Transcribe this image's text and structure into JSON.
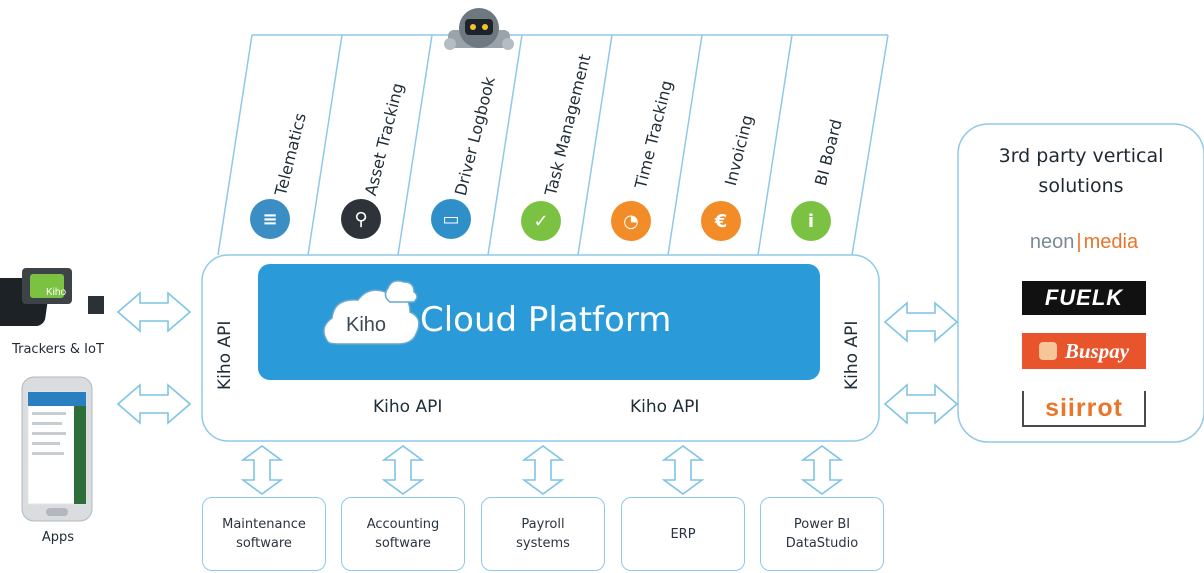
{
  "modules": [
    {
      "label": "Telematics",
      "icon": "telematics-icon",
      "color": "#3a8ec4"
    },
    {
      "label": "Asset Tracking",
      "icon": "asset-tracking-icon",
      "color": "#2d3338"
    },
    {
      "label": "Driver Logbook",
      "icon": "driver-logbook-icon",
      "color": "#2f8fc8"
    },
    {
      "label": "Task Management",
      "icon": "task-management-icon",
      "color": "#7cc242"
    },
    {
      "label": "Time Tracking",
      "icon": "time-tracking-icon",
      "color": "#f28c28"
    },
    {
      "label": "Invoicing",
      "icon": "invoicing-icon",
      "color": "#f28c28"
    },
    {
      "label": "BI Board",
      "icon": "bi-board-icon",
      "color": "#7cc242"
    }
  ],
  "platform": {
    "logo_text": "Kiho",
    "title": "Cloud Platform",
    "api_left": "Kiho API",
    "api_right": "Kiho API",
    "api_bottom_1": "Kiho API",
    "api_bottom_2": "Kiho API"
  },
  "devices": {
    "trackers_label": "Trackers & IoT",
    "tracker_mark": "Kiho",
    "apps_label": "Apps"
  },
  "systems": [
    {
      "line1": "Maintenance",
      "line2": "software"
    },
    {
      "line1": "Accounting",
      "line2": "software"
    },
    {
      "line1": "Payroll",
      "line2": "systems"
    },
    {
      "line1": "ERP",
      "line2": ""
    },
    {
      "line1": "Power BI",
      "line2": "DataStudio"
    }
  ],
  "third_party": {
    "title_line1": "3rd party vertical",
    "title_line2": "solutions",
    "brands": [
      {
        "name": "neon|media",
        "part1": "neon",
        "part2": "media"
      },
      {
        "name": "FUELK",
        "text": "FUELK"
      },
      {
        "name": "Buspay",
        "text": "Buspay"
      },
      {
        "name": "siirrot",
        "text": "siirrot"
      }
    ]
  },
  "colors": {
    "accent_blue": "#2a9ad8",
    "outline": "#8fc9e8",
    "arrow": "#7fc4e6"
  }
}
